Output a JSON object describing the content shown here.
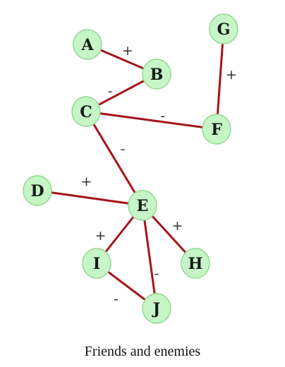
{
  "caption": "Friends and enemies",
  "colors": {
    "edge": "#a5141b",
    "node_fill": "#c6f5c6",
    "node_stroke": "#93d893",
    "label": "#1a1a1a",
    "sign": "#333333"
  },
  "nodes": [
    {
      "id": "A",
      "label": "A"
    },
    {
      "id": "B",
      "label": "B"
    },
    {
      "id": "C",
      "label": "C"
    },
    {
      "id": "D",
      "label": "D"
    },
    {
      "id": "E",
      "label": "E"
    },
    {
      "id": "F",
      "label": "F"
    },
    {
      "id": "G",
      "label": "G"
    },
    {
      "id": "H",
      "label": "H"
    },
    {
      "id": "I",
      "label": "I"
    },
    {
      "id": "J",
      "label": "J"
    }
  ],
  "edges": [
    {
      "from": "A",
      "to": "B",
      "sign": "+"
    },
    {
      "from": "B",
      "to": "C",
      "sign": "-"
    },
    {
      "from": "C",
      "to": "F",
      "sign": "-"
    },
    {
      "from": "G",
      "to": "F",
      "sign": "+"
    },
    {
      "from": "C",
      "to": "E",
      "sign": "-"
    },
    {
      "from": "D",
      "to": "E",
      "sign": "+"
    },
    {
      "from": "E",
      "to": "I",
      "sign": "+"
    },
    {
      "from": "E",
      "to": "J",
      "sign": "-"
    },
    {
      "from": "E",
      "to": "H",
      "sign": "+"
    },
    {
      "from": "I",
      "to": "J",
      "sign": "-"
    }
  ]
}
